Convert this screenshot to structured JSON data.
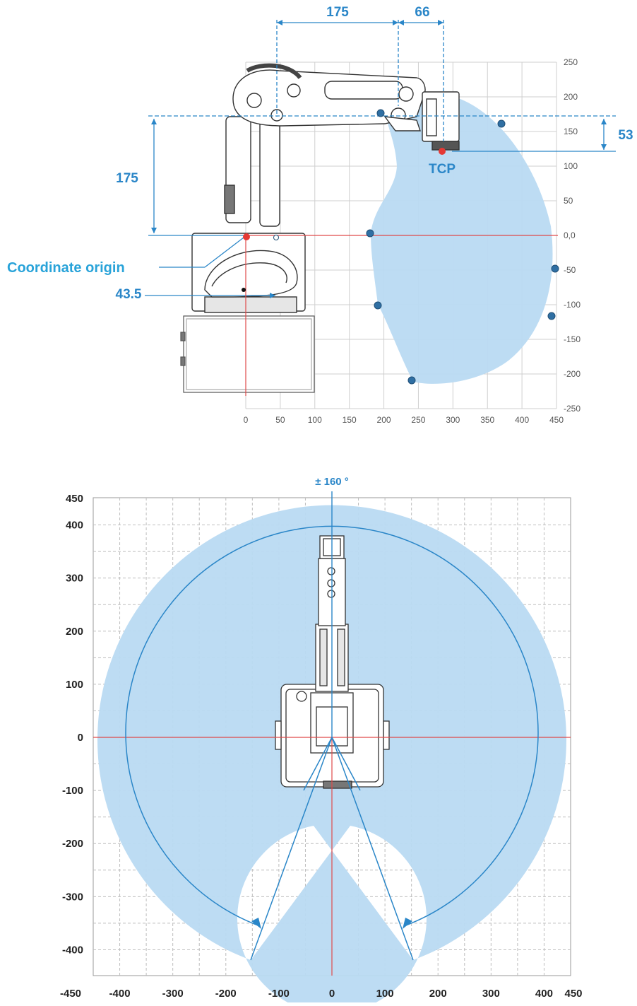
{
  "side_view": {
    "y_ticks": [
      "250",
      "200",
      "150",
      "100",
      "50",
      "0,0",
      "-50",
      "-100",
      "-150",
      "-200",
      "-250"
    ],
    "x_ticks": [
      "0",
      "50",
      "100",
      "150",
      "200",
      "250",
      "300",
      "350",
      "400",
      "450"
    ],
    "dims": {
      "top_a": "175",
      "top_b": "66",
      "left_height": "175",
      "right_height": "53",
      "offset": "43.5"
    },
    "tcp_label": "TCP",
    "origin_label": "Coordinate origin",
    "workspace_color": "#b9daf2",
    "dimension_color": "#2a86c8",
    "axis_color": "#e04a4a"
  },
  "top_view": {
    "rotation_label": "± 160 °",
    "y_ticks": [
      "450",
      "400",
      "300",
      "200",
      "100",
      "0",
      "-100",
      "-200",
      "-300",
      "-400"
    ],
    "x_ticks": [
      "-450",
      "-400",
      "-300",
      "-200",
      "-100",
      "0",
      "100",
      "200",
      "300",
      "400",
      "450"
    ],
    "workspace_color": "#b9daf2",
    "arc_color": "#2a86c8",
    "axis_color": "#e04a4a"
  }
}
